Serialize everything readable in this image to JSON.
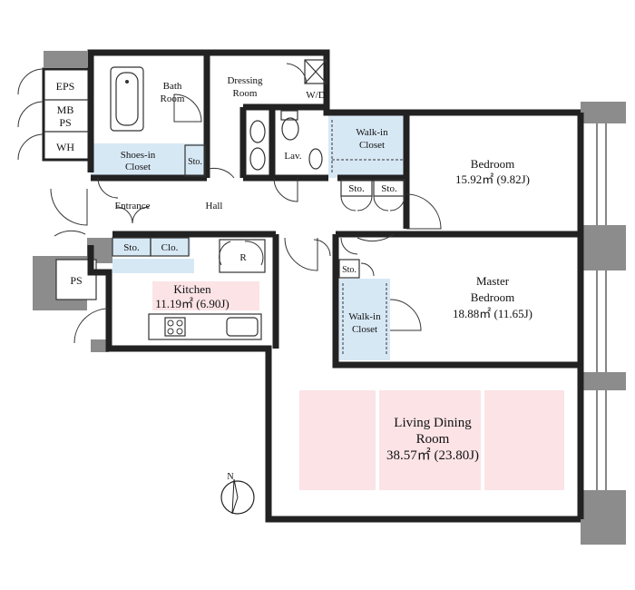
{
  "plan": {
    "rooms": {
      "eps": "EPS",
      "mb_ps_1": "MB",
      "mb_ps_2": "PS",
      "wh": "WH",
      "ps": "PS",
      "bath_1": "Bath",
      "bath_2": "Room",
      "dressing_1": "Dressing",
      "dressing_2": "Room",
      "wd": "W/D",
      "lav": "Lav.",
      "shoes_1": "Shoes-in",
      "shoes_2": "Closet",
      "sto_small": "Sto.",
      "entrance": "Entrance",
      "hall": "Hall",
      "sto_entry": "Sto.",
      "clo_entry": "Clo.",
      "fridge": "R",
      "kitchen_1": "Kitchen",
      "kitchen_2": "11.19㎡ (6.90J)",
      "wic1_1": "Walk-in",
      "wic1_2": "Closet",
      "sto_b1": "Sto.",
      "sto_b2": "Sto.",
      "bedroom_1": "Bedroom",
      "bedroom_2": "15.92㎡ (9.82J)",
      "sto_m": "Sto.",
      "wic2_1": "Walk-in",
      "wic2_2": "Closet",
      "master_1": "Master",
      "master_2": "Bedroom",
      "master_3": "18.88㎡ (11.65J)",
      "ldr_1": "Living Dining",
      "ldr_2": "Room",
      "ldr_3": "38.57㎡ (23.80J)",
      "north": "N"
    },
    "colors": {
      "closet_fill": "#d7e8f5",
      "living_fill": "#fbe3e6",
      "kitchen_fill": "#fbe3e6",
      "wall": "#222222",
      "pillar": "#888888"
    }
  }
}
